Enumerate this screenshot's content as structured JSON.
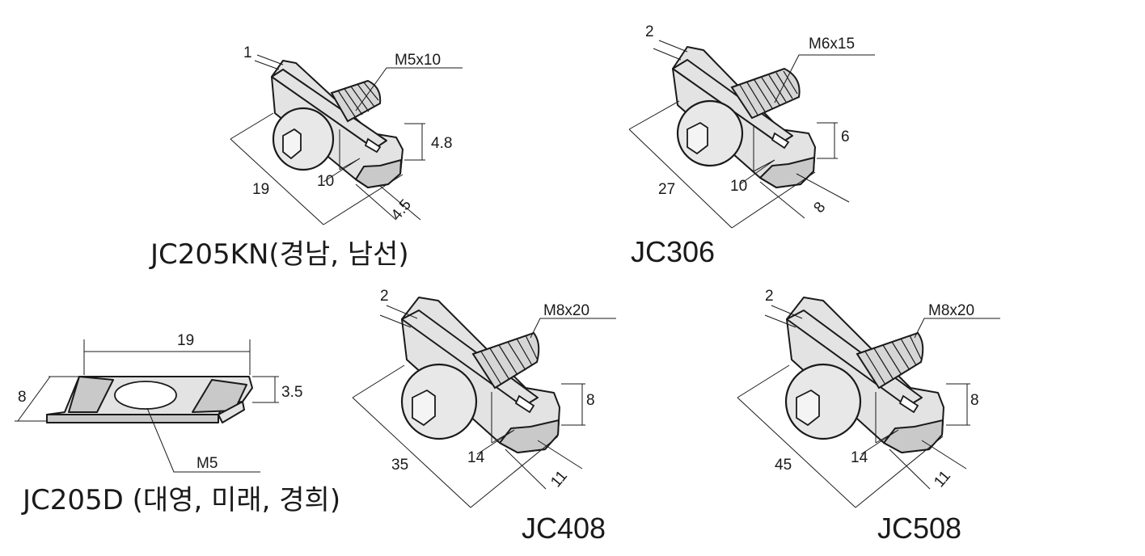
{
  "parts": [
    {
      "id": "jc205kn",
      "label": "JC205KN(경남, 남선)",
      "screw": "M5x10",
      "plate_thickness": "1",
      "height": "4.8",
      "length": "19",
      "screw_length": "10",
      "width": "4.5"
    },
    {
      "id": "jc306",
      "label": "JC306",
      "screw": "M6x15",
      "plate_thickness": "2",
      "height": "6",
      "length": "27",
      "screw_length": "10",
      "width": "8"
    },
    {
      "id": "jc205d",
      "label": "JC205D (대영, 미래, 경희)",
      "screw": "M5",
      "length": "19",
      "depth": "8",
      "height": "3.5"
    },
    {
      "id": "jc408",
      "label": "JC408",
      "screw": "M8x20",
      "plate_thickness": "2",
      "height": "8",
      "length": "35",
      "screw_length": "14",
      "width": "11"
    },
    {
      "id": "jc508",
      "label": "JC508",
      "screw": "M8x20",
      "plate_thickness": "2",
      "height": "8",
      "length": "45",
      "screw_length": "14",
      "width": "11"
    }
  ]
}
